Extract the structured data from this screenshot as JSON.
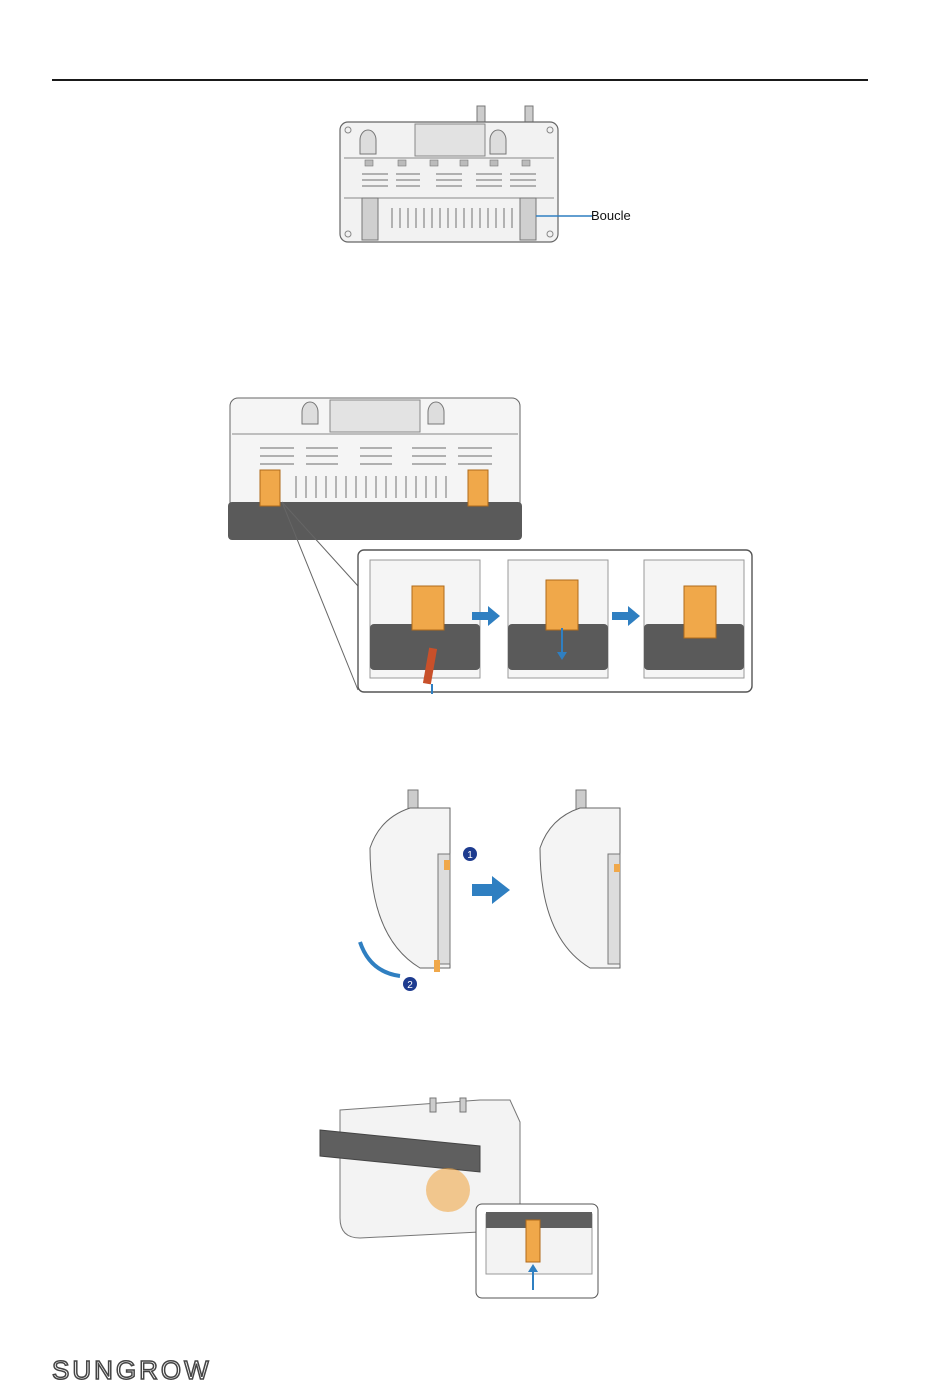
{
  "figure1": {
    "callout_label": "Boucle"
  },
  "figure3": {
    "step1": "1",
    "step2": "2"
  },
  "footer": {
    "logo_text": "SUNGROW"
  },
  "colors": {
    "clip": "#f0a84a",
    "arrow": "#2f7fc1",
    "dark_rail": "#5a5a5a"
  }
}
